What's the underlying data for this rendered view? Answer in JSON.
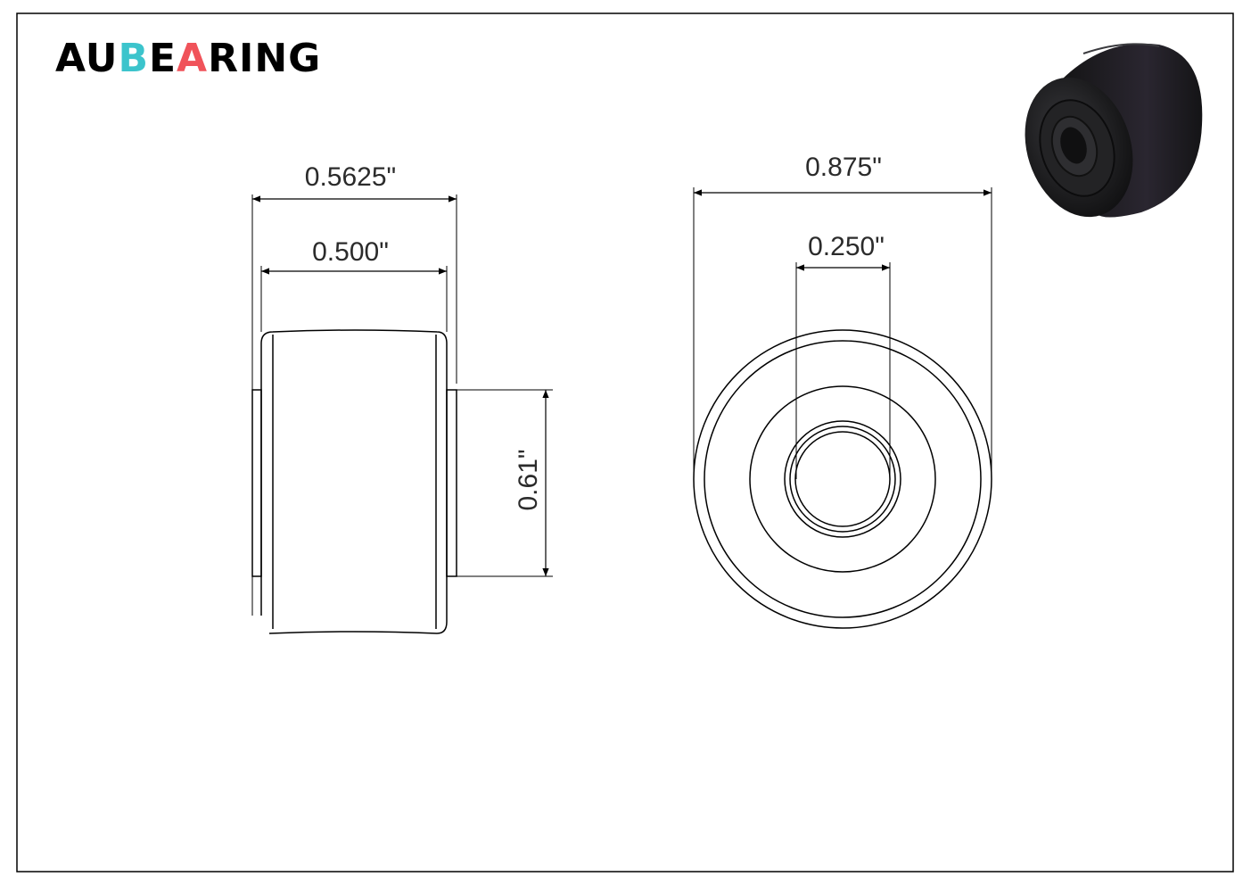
{
  "logo": {
    "parts": [
      "AU",
      "B",
      "E",
      "A",
      "RING"
    ],
    "colors": [
      "#000000",
      "#3cc4cc",
      "#000000",
      "#f0535a",
      "#000000"
    ]
  },
  "dimensions": {
    "overall_width": "0.5625\"",
    "body_width": "0.500\"",
    "inner_ring_height": "0.61\"",
    "outer_diameter": "0.875\"",
    "bore_diameter": "0.250\""
  },
  "colors": {
    "line": "#000000",
    "product_body": "#1e1e20"
  }
}
